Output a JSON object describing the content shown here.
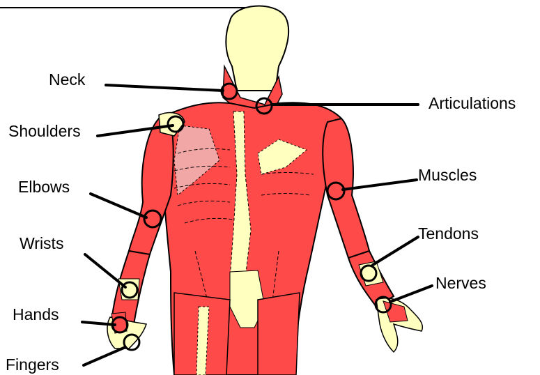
{
  "colors": {
    "muscle": "#ff4a4a",
    "skin": "#ffffc0",
    "outline": "#000000",
    "pec_highlight": "#f2a7a7"
  },
  "labels": {
    "neck": "Neck",
    "articulations": "Articulations",
    "shoulders": "Shoulders",
    "muscles": "Muscles",
    "elbows": "Elbows",
    "tendons": "Tendons",
    "wrists": "Wrists",
    "nerves": "Nerves",
    "hands": "Hands",
    "fingers": "Fingers"
  }
}
